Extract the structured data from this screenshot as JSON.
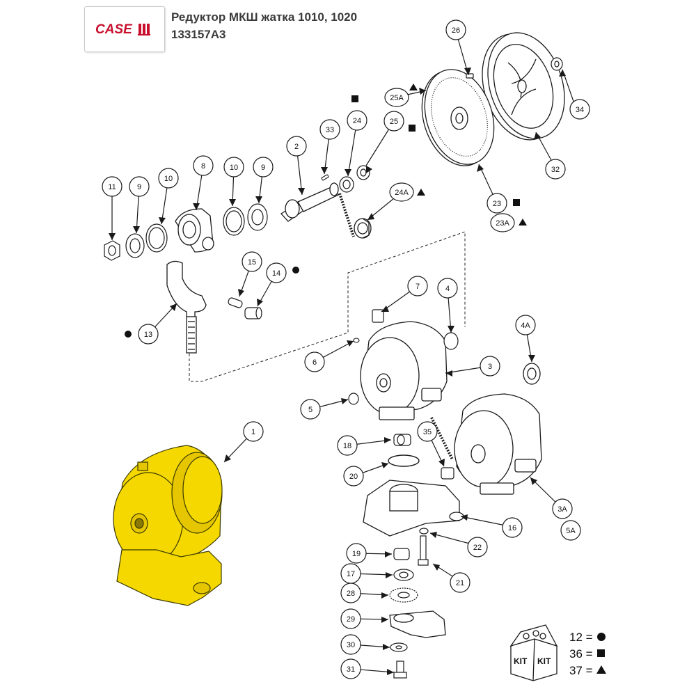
{
  "header": {
    "brand": "CASE",
    "title": "Редуктор МКШ жатка 1010, 1020",
    "part_number": "133157A3"
  },
  "callouts": {
    "c1": "1",
    "c2": "2",
    "c3": "3",
    "c3A": "3A",
    "c4": "4",
    "c4A": "4A",
    "c5": "5",
    "c5A": "5A",
    "c6": "6",
    "c7": "7",
    "c8": "8",
    "c9a": "9",
    "c9b": "9",
    "c10a": "10",
    "c10b": "10",
    "c11": "11",
    "c13": "13",
    "c14": "14",
    "c15": "15",
    "c16": "16",
    "c17": "17",
    "c18": "18",
    "c19": "19",
    "c20": "20",
    "c21": "21",
    "c22": "22",
    "c23": "23",
    "c23A": "23A",
    "c24": "24",
    "c24A": "24A",
    "c25": "25",
    "c25A": "25A",
    "c26": "26",
    "c28": "28",
    "c29": "29",
    "c30": "30",
    "c31": "31",
    "c32": "32",
    "c33": "33",
    "c34": "34",
    "c35": "35"
  },
  "legend": {
    "kit_label": "KIT",
    "kits": [
      {
        "text": "12 =",
        "symbol": "circle"
      },
      {
        "text": "36 =",
        "symbol": "square"
      },
      {
        "text": "37 =",
        "symbol": "triangle"
      }
    ]
  },
  "colors": {
    "highlight": "#F5D800",
    "brand_red": "#C8102E",
    "line": "#1a1a1a"
  }
}
